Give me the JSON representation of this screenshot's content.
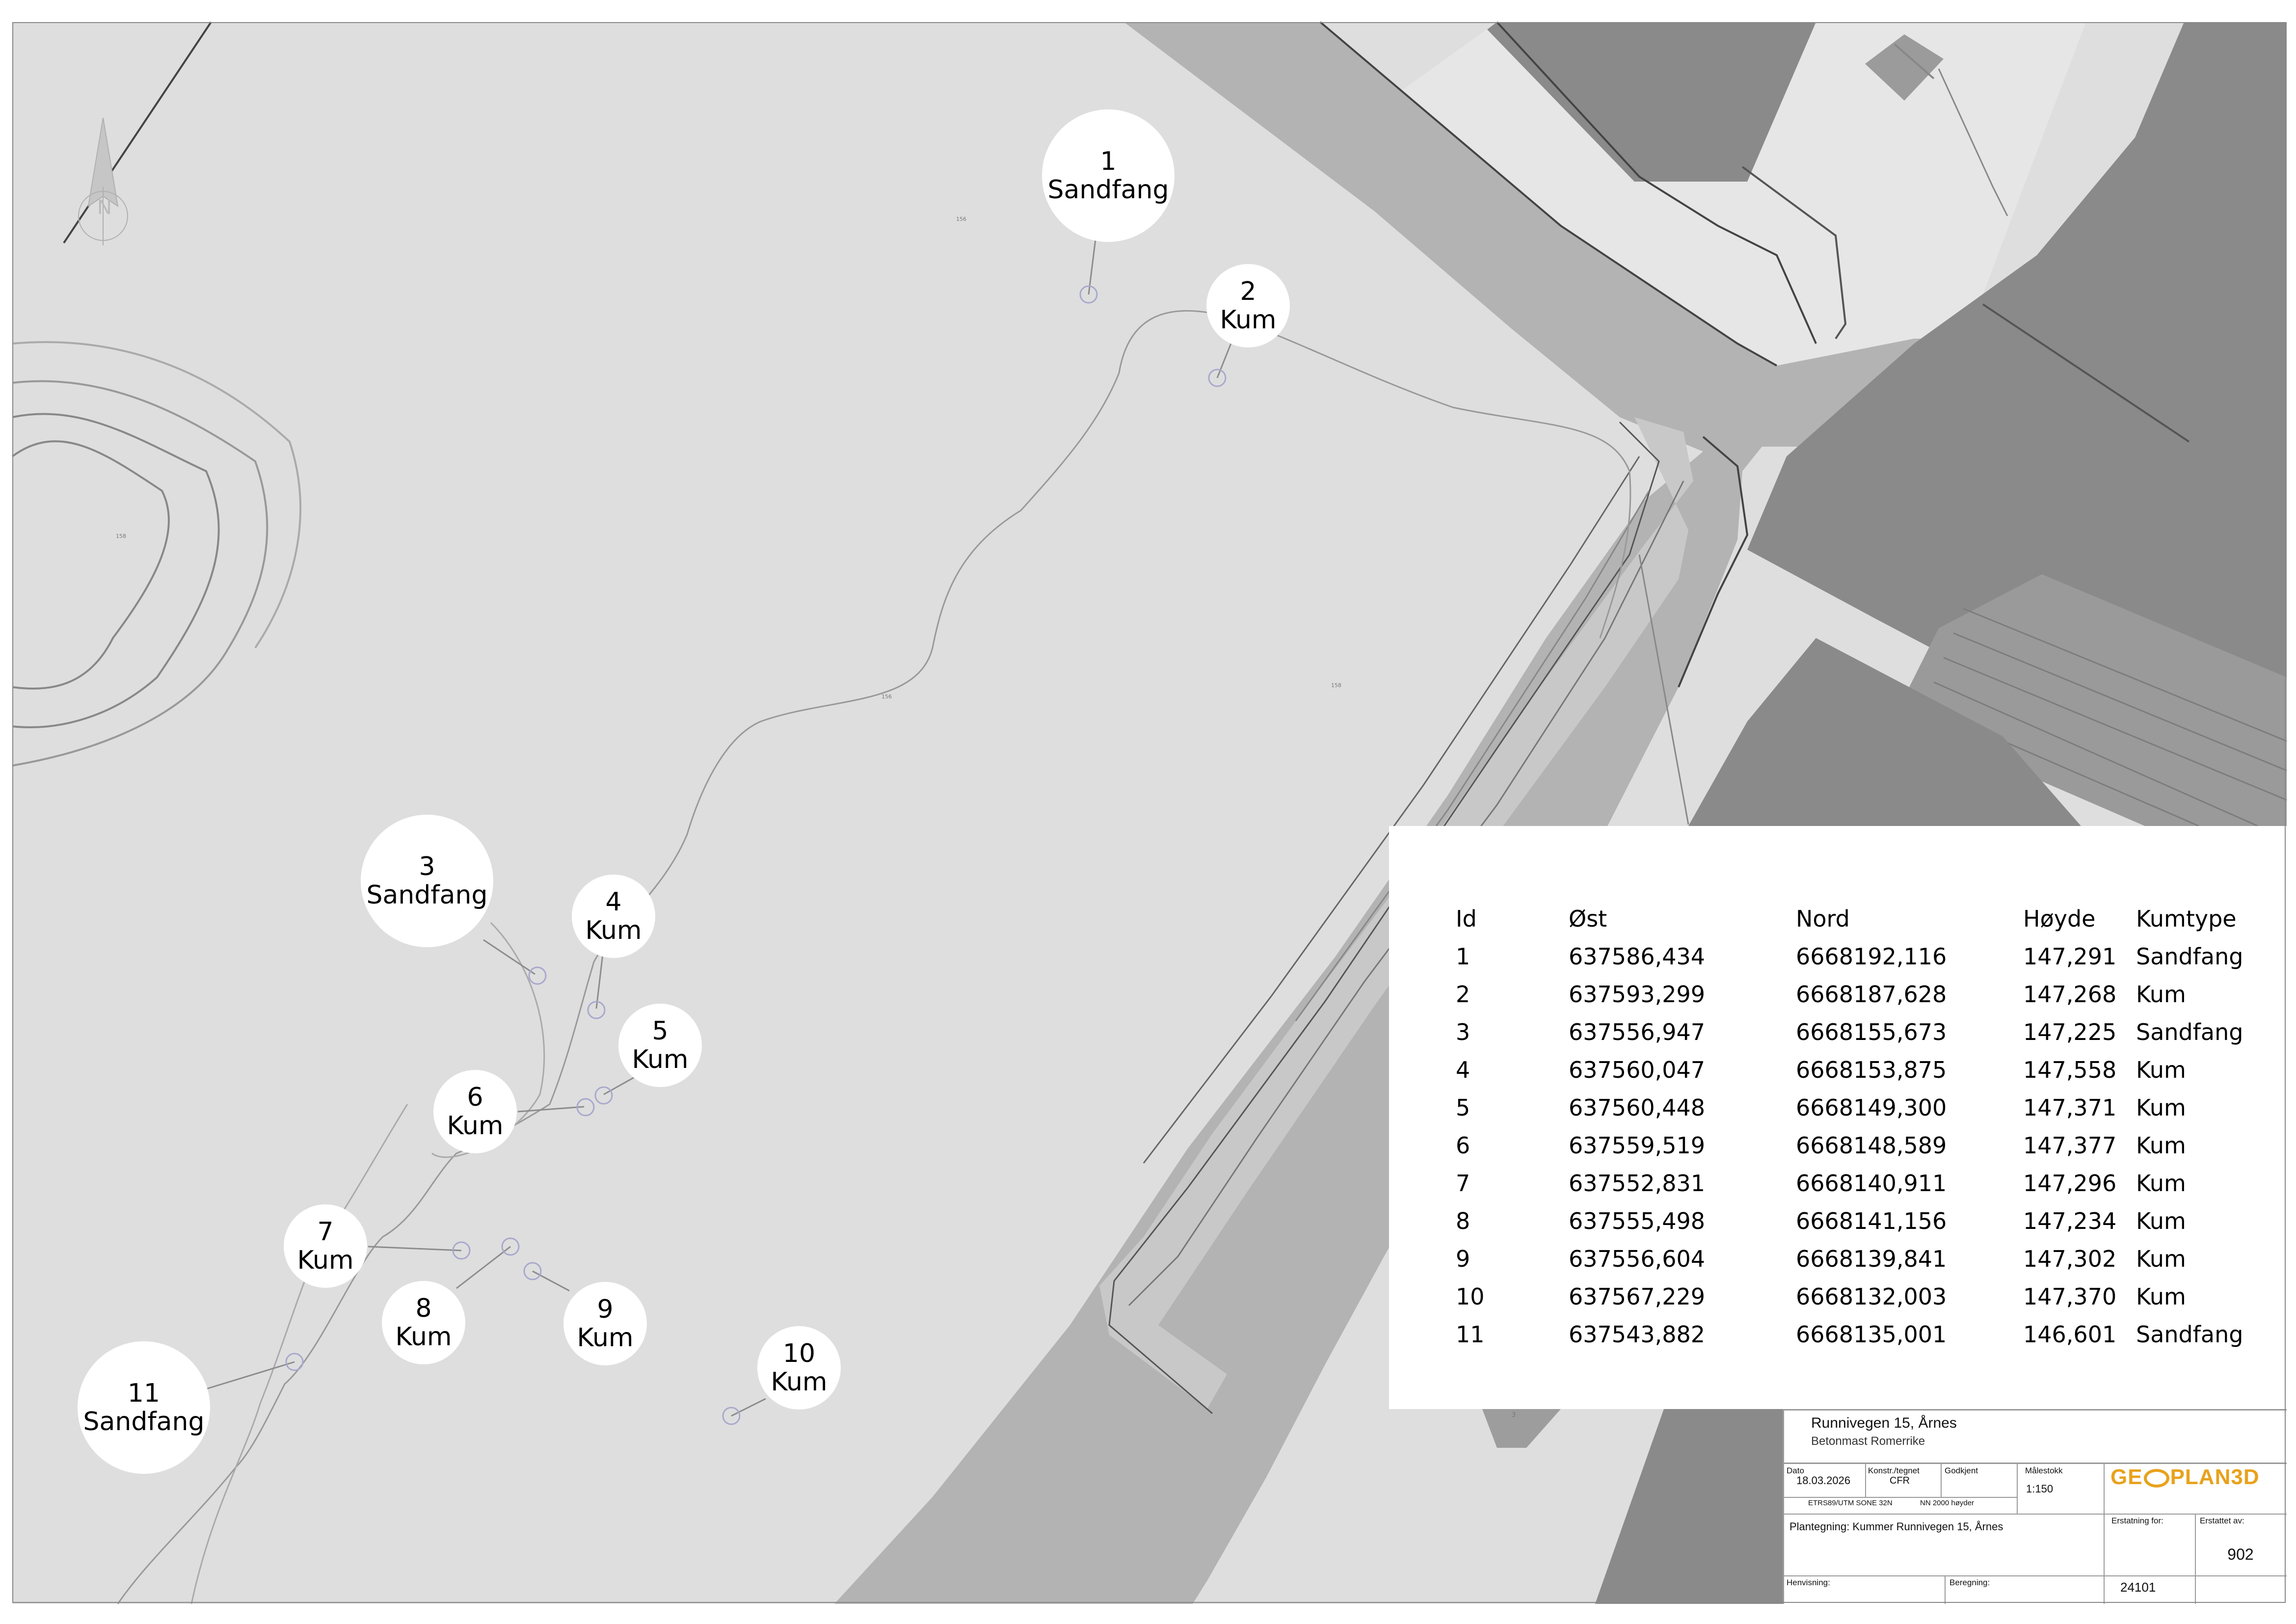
{
  "colors": {
    "background_map": "#dedede",
    "road": "#b3b3b3",
    "building_dark": "#8a8a8a",
    "building_mid": "#9d9d9d",
    "area_light": "#e6e6e6",
    "frame": "#888888",
    "marker_fill": "#ffffff"
  },
  "map": {
    "contour_labels": [
      "156",
      "158",
      "156",
      "158"
    ],
    "parcel_label": "3",
    "north_arrow_label": "N"
  },
  "markers": [
    {
      "id": "1",
      "type": "Sandfang"
    },
    {
      "id": "2",
      "type": "Kum"
    },
    {
      "id": "3",
      "type": "Sandfang"
    },
    {
      "id": "4",
      "type": "Kum"
    },
    {
      "id": "5",
      "type": "Kum"
    },
    {
      "id": "6",
      "type": "Kum"
    },
    {
      "id": "7",
      "type": "Kum"
    },
    {
      "id": "8",
      "type": "Kum"
    },
    {
      "id": "9",
      "type": "Kum"
    },
    {
      "id": "10",
      "type": "Kum"
    },
    {
      "id": "11",
      "type": "Sandfang"
    }
  ],
  "table": {
    "headers": [
      "Id",
      "Øst",
      "Nord",
      "Høyde",
      "Kumtype"
    ],
    "rows": [
      [
        "1",
        "637586,434",
        "6668192,116",
        "147,291",
        "Sandfang"
      ],
      [
        "2",
        "637593,299",
        "6668187,628",
        "147,268",
        "Kum"
      ],
      [
        "3",
        "637556,947",
        "6668155,673",
        "147,225",
        "Sandfang"
      ],
      [
        "4",
        "637560,047",
        "6668153,875",
        "147,558",
        "Kum"
      ],
      [
        "5",
        "637560,448",
        "6668149,300",
        "147,371",
        "Kum"
      ],
      [
        "6",
        "637559,519",
        "6668148,589",
        "147,377",
        "Kum"
      ],
      [
        "7",
        "637552,831",
        "6668140,911",
        "147,296",
        "Kum"
      ],
      [
        "8",
        "637555,498",
        "6668141,156",
        "147,234",
        "Kum"
      ],
      [
        "9",
        "637556,604",
        "6668139,841",
        "147,302",
        "Kum"
      ],
      [
        "10",
        "637567,229",
        "6668132,003",
        "147,370",
        "Kum"
      ],
      [
        "11",
        "637543,882",
        "6668135,001",
        "146,601",
        "Sandfang"
      ]
    ]
  },
  "title_block": {
    "project": "Runnivegen 15, Årnes",
    "client": "Betonmast Romerrike",
    "dato_label": "Dato",
    "dato_value": "18.03.2026",
    "konstr_label": "Konstr./tegnet",
    "konstr_value": "CFR",
    "godkjent_label": "Godkjent",
    "malestokk_label": "Målestokk",
    "malestokk_value": "1:150",
    "crs": "ETRS89/UTM SONE 32N",
    "height_system": "NN 2000 høyder",
    "drawing_title": "Plantegning: Kummer Runnivegen 15, Årnes",
    "erstatning_label": "Erstatning for:",
    "erstattet_label": "Erstattet av:",
    "drawing_number": "902",
    "henvisning_label": "Henvisning:",
    "beregning_label": "Beregning:",
    "job_number": "24101",
    "logo_left": "GE",
    "logo_right": "PLAN3D"
  }
}
